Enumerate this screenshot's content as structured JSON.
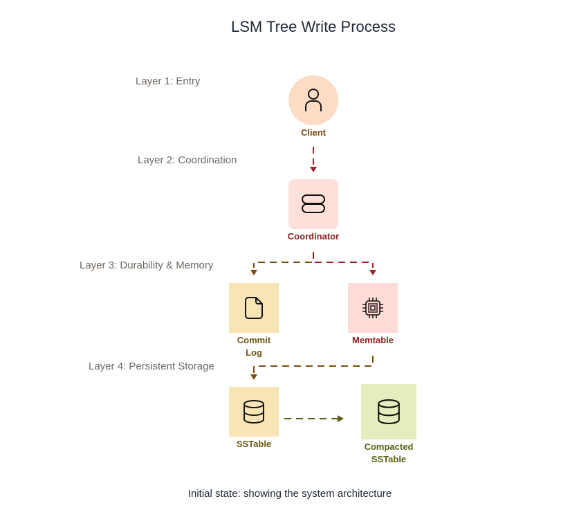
{
  "title": "LSM Tree Write Process",
  "layers": [
    {
      "label": "Layer 1: Entry"
    },
    {
      "label": "Layer 2: Coordination"
    },
    {
      "label": "Layer 3: Durability & Memory"
    },
    {
      "label": "Layer 4: Persistent Storage"
    }
  ],
  "nodes": {
    "client": {
      "label": "Client",
      "icon": "user-icon",
      "fill": "#fddcc5",
      "text_color": "#7a4a0e"
    },
    "coordinator": {
      "label": "Coordinator",
      "icon": "server-icon",
      "fill": "#fde0da",
      "text_color": "#8b2020"
    },
    "commit_log": {
      "label_line1": "Commit",
      "label_line2": "Log",
      "icon": "file-icon",
      "fill": "#f8e4b4",
      "text_color": "#6b5710"
    },
    "memtable": {
      "label": "Memtable",
      "icon": "cpu-chip-icon",
      "fill": "#fddcd7",
      "text_color": "#8b2020"
    },
    "sstable": {
      "label": "SSTable",
      "icon": "database-icon",
      "fill": "#f8e4b4",
      "text_color": "#6b5710"
    },
    "compacted_sstable": {
      "label_line1": "Compacted",
      "label_line2": "SSTable",
      "icon": "database-icon",
      "fill": "#e6ecbc",
      "text_color": "#5a6010"
    }
  },
  "edges": [
    {
      "from": "Client",
      "to": "Coordinator",
      "color": "#9b2226"
    },
    {
      "from": "Coordinator",
      "to": "Commit Log",
      "color": "#7f4a0a"
    },
    {
      "from": "Coordinator",
      "to": "Memtable",
      "color": "#9b2226"
    },
    {
      "from": "Memtable",
      "to": "SSTable",
      "color": "#7f4a0a"
    },
    {
      "from": "SSTable",
      "to": "Compacted SSTable",
      "color": "#5a5a14"
    }
  ],
  "caption": "Initial state: showing the system architecture"
}
